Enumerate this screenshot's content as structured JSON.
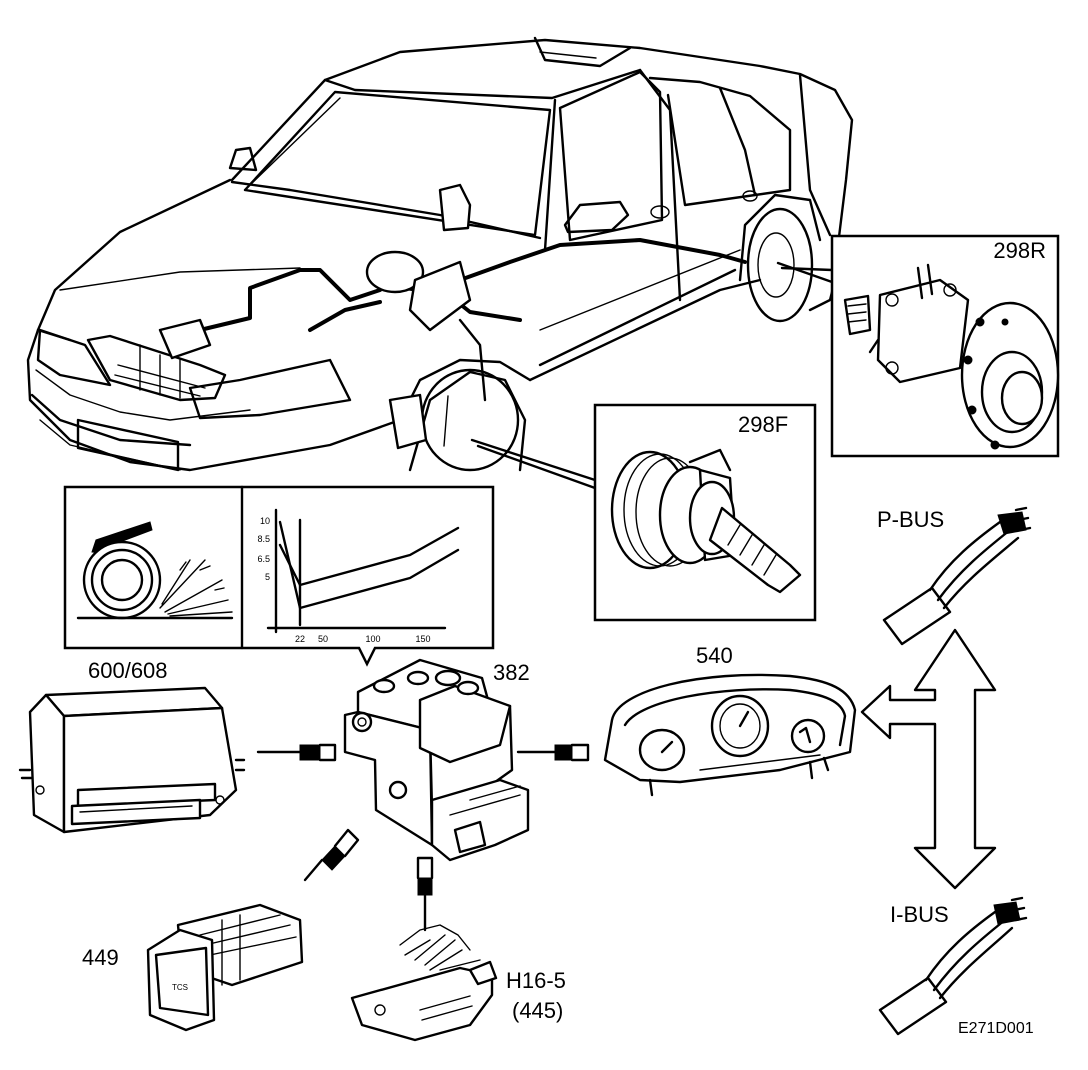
{
  "labels": {
    "wheel_sensor_rear": "298R",
    "wheel_sensor_front": "298F",
    "ecu": "600/608",
    "abs_unit": "382",
    "instrument_cluster": "540",
    "tcs_switch": "449",
    "diag_connector": "H16-5",
    "diag_connector_sub": "(445)",
    "p_bus": "P-BUS",
    "i_bus": "I-BUS",
    "figure_code": "E271D001",
    "switch_text": "TCS"
  },
  "inset_chart": {
    "y_ticks": [
      "10",
      "8.5",
      "6.5",
      "5"
    ],
    "x_ticks": [
      "22",
      "50",
      "100",
      "150"
    ]
  }
}
